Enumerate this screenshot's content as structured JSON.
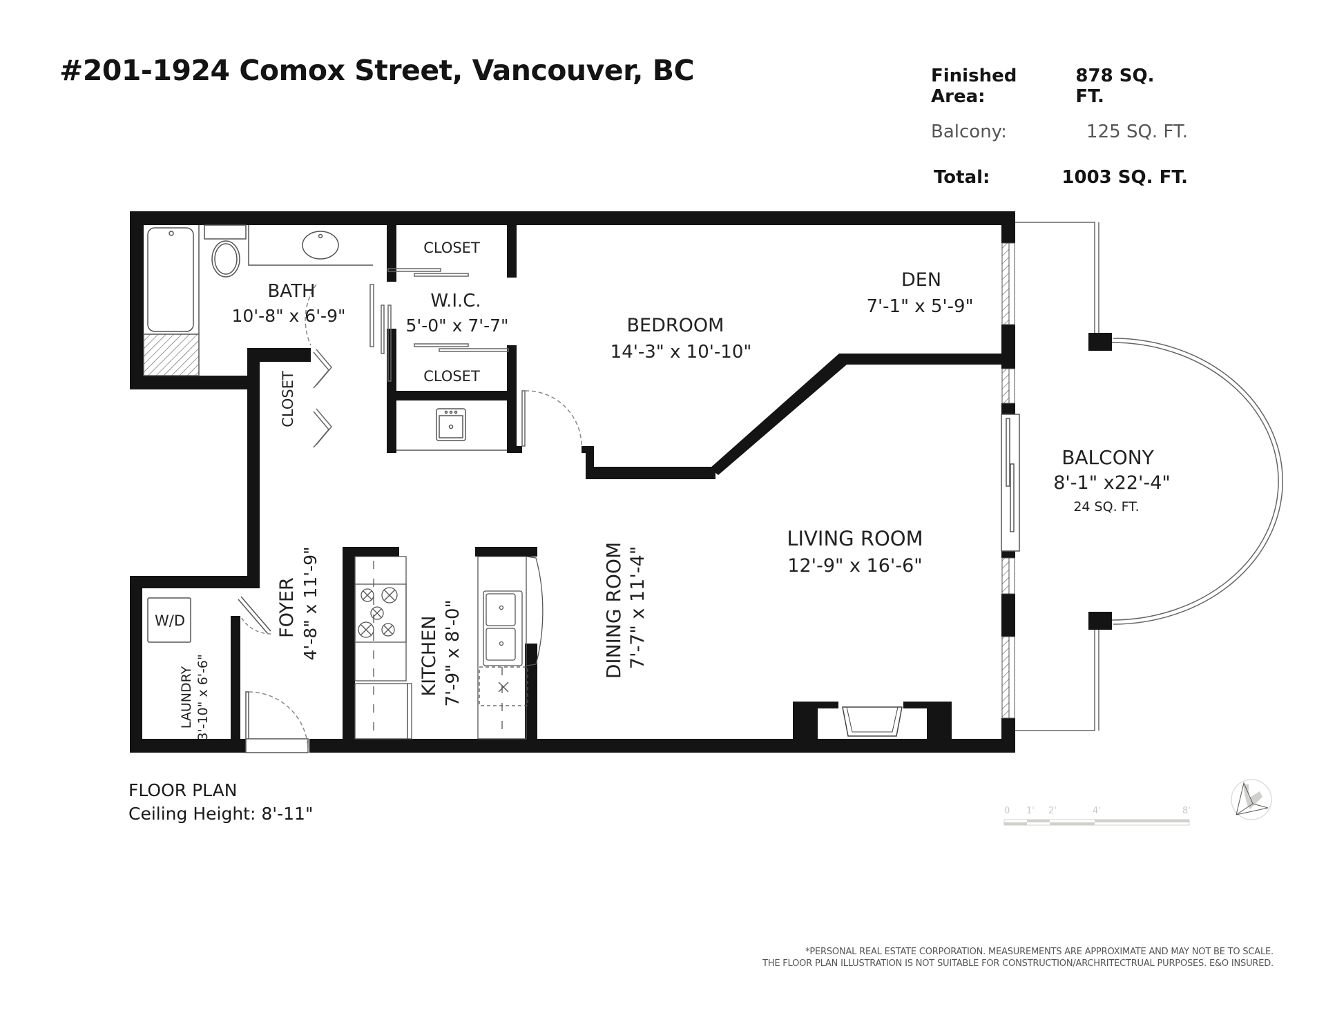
{
  "header": {
    "title": "#201-1924 Comox Street, Vancouver, BC"
  },
  "areas": [
    {
      "label": "Finished Area:",
      "value": "878 SQ. FT.",
      "style": "bold"
    },
    {
      "label": "Balcony:",
      "value": "125 SQ. FT.",
      "style": "light"
    },
    {
      "label": "Total:",
      "value": "1003 SQ. FT.",
      "style": "bold"
    }
  ],
  "rooms": {
    "bath": {
      "name": "BATH",
      "dims": "10'-8\" x 6'-9\""
    },
    "closet_top": {
      "name": "CLOSET"
    },
    "wic": {
      "name": "W.I.C.",
      "dims": "5'-0\" x 7'-7\""
    },
    "closet_wic_bottom": {
      "name": "CLOSET"
    },
    "closet_hall": {
      "name": "CLOSET"
    },
    "bedroom": {
      "name": "BEDROOM",
      "dims": "14'-3\" x 10'-10\""
    },
    "den": {
      "name": "DEN",
      "dims": "7'-1\" x 5'-9\""
    },
    "balcony": {
      "name": "BALCONY",
      "dims": "8'-1\" x22'-4\"",
      "area": "24 SQ. FT."
    },
    "living": {
      "name": "LIVING ROOM",
      "dims": "12'-9\" x 16'-6\""
    },
    "dining": {
      "name": "DINING ROOM",
      "dims": "7'-7\" x 11'-4\""
    },
    "kitchen": {
      "name": "KITCHEN",
      "dims": "7'-9\" x 8'-0\""
    },
    "foyer": {
      "name": "FOYER",
      "dims": "4'-8\" x 11'-9\""
    },
    "laundry": {
      "name": "LAUNDRY",
      "dims": "3'-10\" x 6'-6\"",
      "appliance": "W/D"
    }
  },
  "footer": {
    "plan_label": "FLOOR PLAN",
    "ceiling": "Ceiling Height: 8'-11\""
  },
  "scale_bar": {
    "ticks": [
      "0",
      "1'",
      "2'",
      "4'",
      "8'"
    ]
  },
  "disclaimer": {
    "line1": "*PERSONAL REAL ESTATE CORPORATION. MEASUREMENTS ARE APPROXIMATE AND MAY NOT BE TO SCALE.",
    "line2": "THE FLOOR PLAN ILLUSTRATION IS NOT SUITABLE FOR CONSTRUCTION/ARCHRITECTRUAL PURPOSES. E&O INSURED."
  },
  "colors": {
    "wall": "#141414",
    "fixture_line": "#555555",
    "scale_gray": "#d0d0cc"
  }
}
